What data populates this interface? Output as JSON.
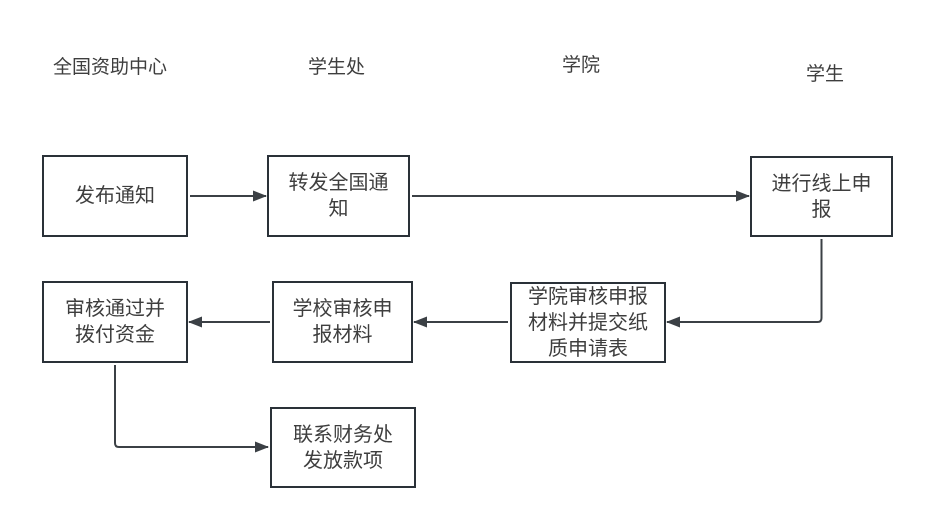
{
  "diagram": {
    "lanes": [
      {
        "label": "全国资助中心"
      },
      {
        "label": "学生处"
      },
      {
        "label": "学院"
      },
      {
        "label": "学生"
      }
    ],
    "nodes": [
      {
        "id": "publish-notice",
        "lane": "全国资助中心",
        "label": "发布通知",
        "lines": [
          "发布通知"
        ]
      },
      {
        "id": "forward-notice",
        "lane": "学生处",
        "label": "转发全国通知",
        "lines": [
          "转发全国通",
          "知"
        ]
      },
      {
        "id": "online-application",
        "lane": "学生",
        "label": "进行线上申报",
        "lines": [
          "进行线上申",
          "报"
        ]
      },
      {
        "id": "approve-and-allocate",
        "lane": "全国资助中心",
        "label": "审核通过并拨付资金",
        "lines": [
          "审核通过并",
          "拨付资金"
        ]
      },
      {
        "id": "school-review",
        "lane": "学生处",
        "label": "学校审核申报材料",
        "lines": [
          "学校审核申",
          "报材料"
        ]
      },
      {
        "id": "college-review",
        "lane": "学院",
        "label": "学院审核申报材料并提交纸质申请表",
        "lines": [
          "学院审核申报",
          "材料并提交纸",
          "质申请表"
        ]
      },
      {
        "id": "contact-finance",
        "lane": "学生处",
        "label": "联系财务处发放款项",
        "lines": [
          "联系财务处",
          "发放款项"
        ]
      }
    ],
    "edges": [
      {
        "from": "发布通知",
        "to": "转发全国通知"
      },
      {
        "from": "转发全国通知",
        "to": "进行线上申报"
      },
      {
        "from": "进行线上申报",
        "to": "学院审核申报材料并提交纸质申请表"
      },
      {
        "from": "学院审核申报材料并提交纸质申请表",
        "to": "学校审核申报材料"
      },
      {
        "from": "学校审核申报材料",
        "to": "审核通过并拨付资金"
      },
      {
        "from": "审核通过并拨付资金",
        "to": "联系财务处发放款项"
      }
    ],
    "colors": {
      "background": "#ffffff",
      "node_fill": "#ffffff",
      "node_border": "#2a3138",
      "arrow": "#3b4045",
      "text": "#3e3e3e"
    }
  }
}
